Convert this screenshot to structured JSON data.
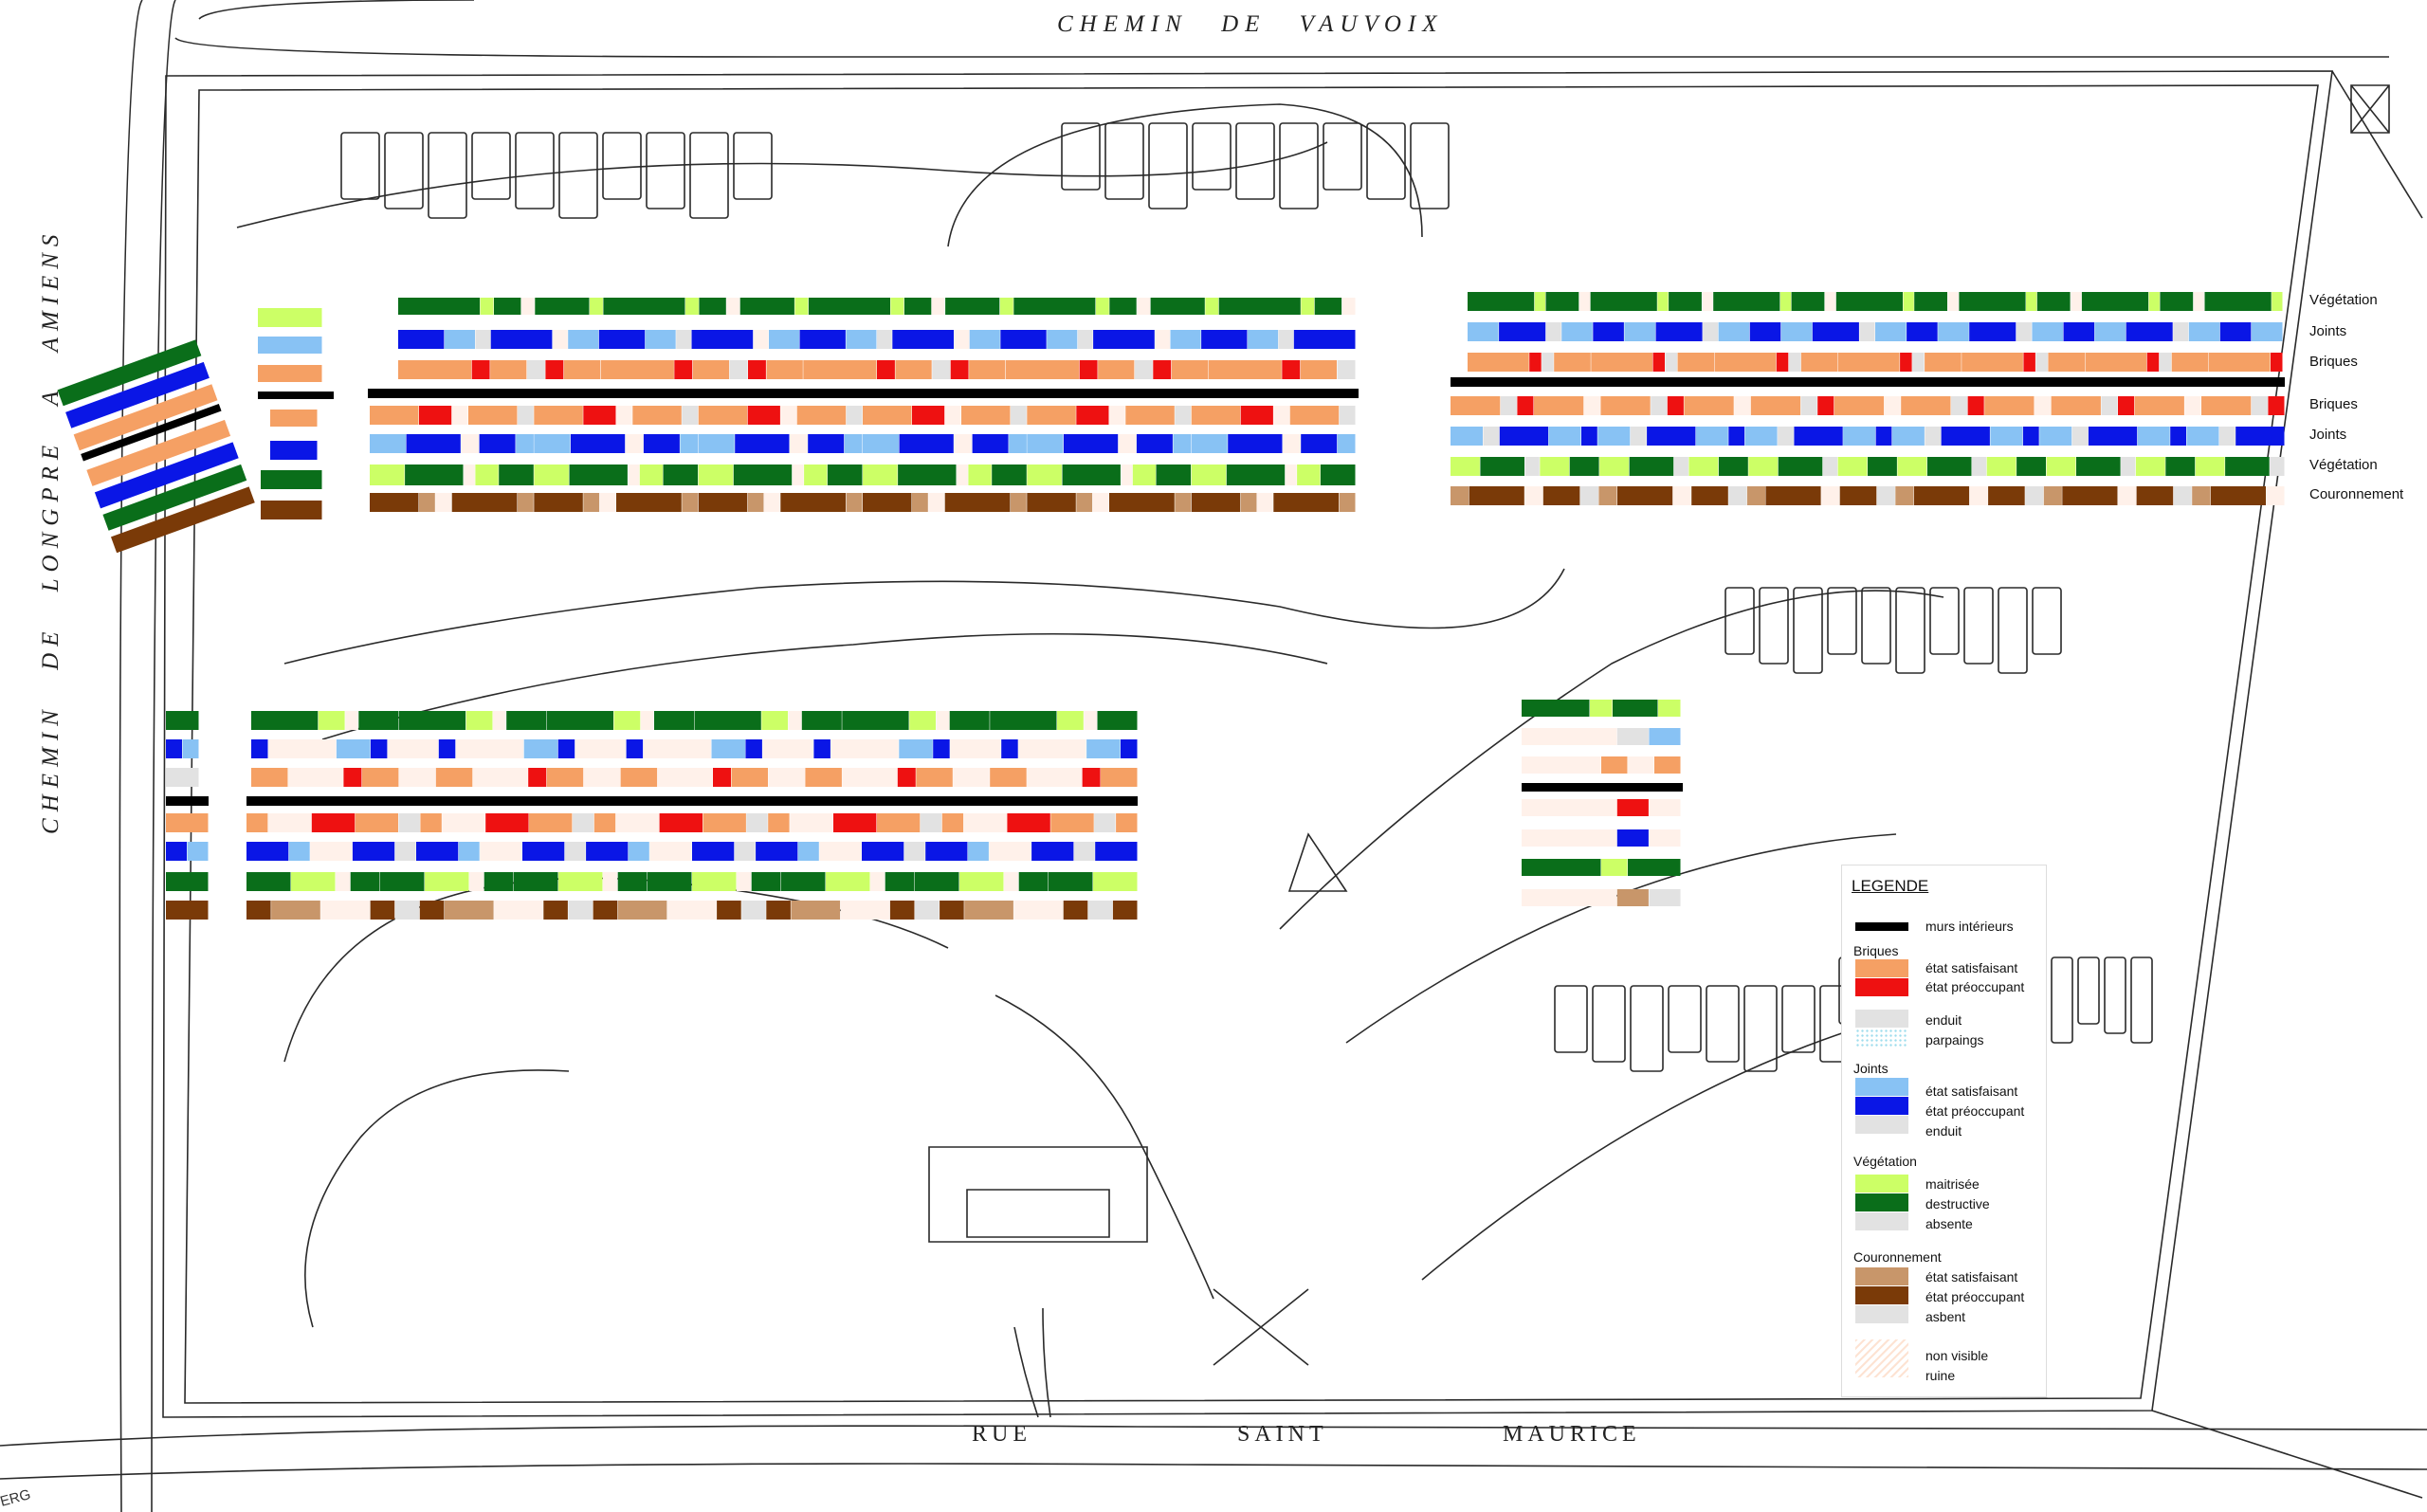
{
  "streets": {
    "north": "CHEMIN DE VAUVOIX",
    "west": "CHEMIN DE LONGPRE A AMIENS",
    "south": [
      "RUE",
      "SAINT",
      "MAURICE"
    ],
    "corner": "ERG"
  },
  "row_labels": [
    "Végétation",
    "Joints",
    "Briques",
    "Briques",
    "Joints",
    "Végétation",
    "Couronnement"
  ],
  "colors": {
    "interior_wall": "#000000",
    "bricks_ok": "#f5a064",
    "bricks_bad": "#ee1111",
    "render": "#e2e2e2",
    "joints_ok": "#88c2f4",
    "joints_bad": "#0a16e6",
    "veg_controlled": "#ccff66",
    "veg_destructive": "#0a6e1a",
    "crown_ok": "#c8966a",
    "crown_bad": "#7a3a08",
    "map_lines": "#2a2a2a"
  },
  "legend": {
    "title": "LEGENDE",
    "interior_walls": "murs intérieurs",
    "bricks": {
      "heading": "Briques",
      "ok": "état satisfaisant",
      "bad": "état préoccupant",
      "render": "enduit",
      "blocks": "parpaings"
    },
    "joints": {
      "heading": "Joints",
      "ok": "état satisfaisant",
      "bad": "état préoccupant",
      "render": "enduit"
    },
    "vegetation": {
      "heading": "Végétation",
      "controlled": "maitrisée",
      "destructive": "destructive",
      "absent": "absente"
    },
    "crown": {
      "heading": "Couronnement",
      "ok": "état satisfaisant",
      "bad": "état préoccupant",
      "absent": "asbent"
    },
    "other": {
      "hidden": "non visible",
      "ruin": "ruine"
    }
  }
}
